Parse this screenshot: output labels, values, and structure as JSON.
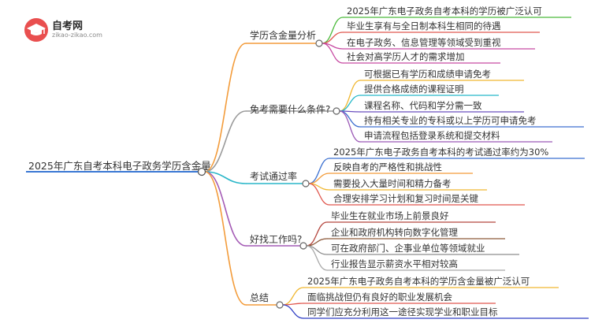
{
  "logo": {
    "title": "自考网",
    "url": "zikao-zikao.com"
  },
  "root": {
    "label": "2025年广东自考本科电子政务学历含金量",
    "color": "#3a78d4"
  },
  "branches": [
    {
      "label": "学历含金量分析",
      "color": "#f39c3b",
      "leaves": [
        {
          "label": "2025年广东电子政务自考本科的学历被广泛认可",
          "color": "#4cbb3c"
        },
        {
          "label": "毕业生享有与全日制本科生相同的待遇",
          "color": "#e0584f"
        },
        {
          "label": "在电子政务、信息管理等领域受到重视",
          "color": "#c74aa2"
        },
        {
          "label": "社会对高学历人才的需求增加",
          "color": "#c74aa2"
        }
      ]
    },
    {
      "label": "免考需要什么条件?",
      "color": "#9a9a9a",
      "leaves": [
        {
          "label": "可根据已有学历和成绩申请免考",
          "color": "#f0b730"
        },
        {
          "label": "提供合格成绩的课程证明",
          "color": "#27b9c9"
        },
        {
          "label": "课程名称、代码和学分需一致",
          "color": "#6a4fbf"
        },
        {
          "label": "持有相关专业的专科或以上学历可申请免考",
          "color": "#3d6fd0"
        },
        {
          "label": "申请流程包括登录系统和提交材料",
          "color": "#9b59b6"
        }
      ]
    },
    {
      "label": "考试通过率",
      "color": "#29b6c8",
      "leaves": [
        {
          "label": "2025年广东电子政务自考本科的考试通过率约为30%",
          "color": "#3a6fd0"
        },
        {
          "label": "反映自考的严格性和挑战性",
          "color": "#f39c3b"
        },
        {
          "label": "需要投入大量时间和精力备考",
          "color": "#f0b730"
        },
        {
          "label": "合理安排学习计划和复习时间是关键",
          "color": "#e0584f"
        }
      ]
    },
    {
      "label": "好找工作吗?",
      "color": "#a45bb5",
      "leaves": [
        {
          "label": "毕业生在就业市场上前景良好",
          "color": "#b5473f"
        },
        {
          "label": "企业和政府机构转向数字化管理",
          "color": "#8d5a3b"
        },
        {
          "label": "可在政府部门、企事业单位等领域就业",
          "color": "#8e8e8e"
        },
        {
          "label": "行业报告显示薪资水平相对较高",
          "color": "#a9a9a9"
        }
      ]
    },
    {
      "label": "总结",
      "color": "#f39c3b",
      "leaves": [
        {
          "label": "2025年广东电子政务自考本科的学历含金量被广泛认可",
          "color": "#f0b730"
        },
        {
          "label": "面临挑战但仍有良好的职业发展机会",
          "color": "#e0584f"
        },
        {
          "label": "同学们应充分利用这一途径实现学业和职业目标",
          "color": "#2f3ec4"
        }
      ]
    }
  ]
}
